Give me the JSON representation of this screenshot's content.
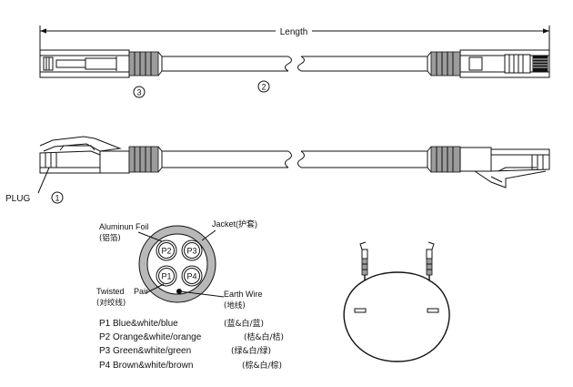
{
  "dimension": {
    "length_label": "Length"
  },
  "callouts": {
    "plug": "1",
    "cable": "2",
    "boot": "3"
  },
  "side_view": {
    "plug_label": "PLUG"
  },
  "cross_section": {
    "foil": "Aluminun Foil",
    "foil_cn": "(铝箔)",
    "jacket": "Jacket(护套)",
    "twisted_1": "Twisted",
    "twisted_2": "Pair",
    "twisted_cn": "(对绞线)",
    "earth": "Earth Wire",
    "earth_cn": "(地线)",
    "pairs": [
      {
        "id": "P2"
      },
      {
        "id": "P3"
      },
      {
        "id": "P1"
      },
      {
        "id": "P4"
      }
    ]
  },
  "legend": [
    {
      "text": "P1 Blue&white/blue",
      "cn": "(蓝&白/蓝)"
    },
    {
      "text": "P2 Orange&white/orange",
      "cn": "(桔&白/桔)"
    },
    {
      "text": "P3 Green&white/green",
      "cn": "(绿&白/绿)"
    },
    {
      "text": "P4 Brown&white/brown",
      "cn": "(棕&白/棕)"
    }
  ]
}
